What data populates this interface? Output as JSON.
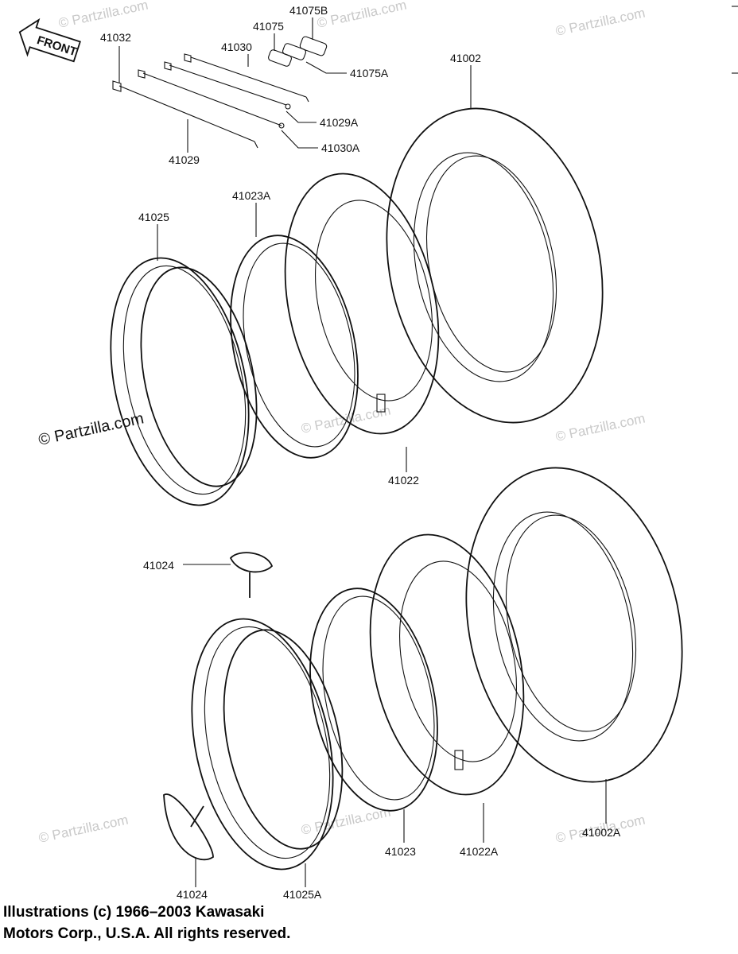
{
  "front_arrow": "FRONT",
  "watermarks": {
    "main": "© Partzilla.com",
    "faint": "© Partzilla.com"
  },
  "callouts": {
    "c41032": "41032",
    "c41030": "41030",
    "c41075": "41075",
    "c41075B": "41075B",
    "c41075A": "41075A",
    "c41029A": "41029A",
    "c41030A": "41030A",
    "c41029": "41029",
    "c41002": "41002",
    "c41025": "41025",
    "c41023A": "41023A",
    "c41022": "41022",
    "c41024_top": "41024",
    "c41023": "41023",
    "c41022A": "41022A",
    "c41002A": "41002A",
    "c41024_bottom": "41024",
    "c41025A": "41025A"
  },
  "copyright": {
    "line1": "Illustrations (c) 1966–2003 Kawasaki",
    "line2": "Motors Corp., U.S.A.  All rights reserved."
  }
}
